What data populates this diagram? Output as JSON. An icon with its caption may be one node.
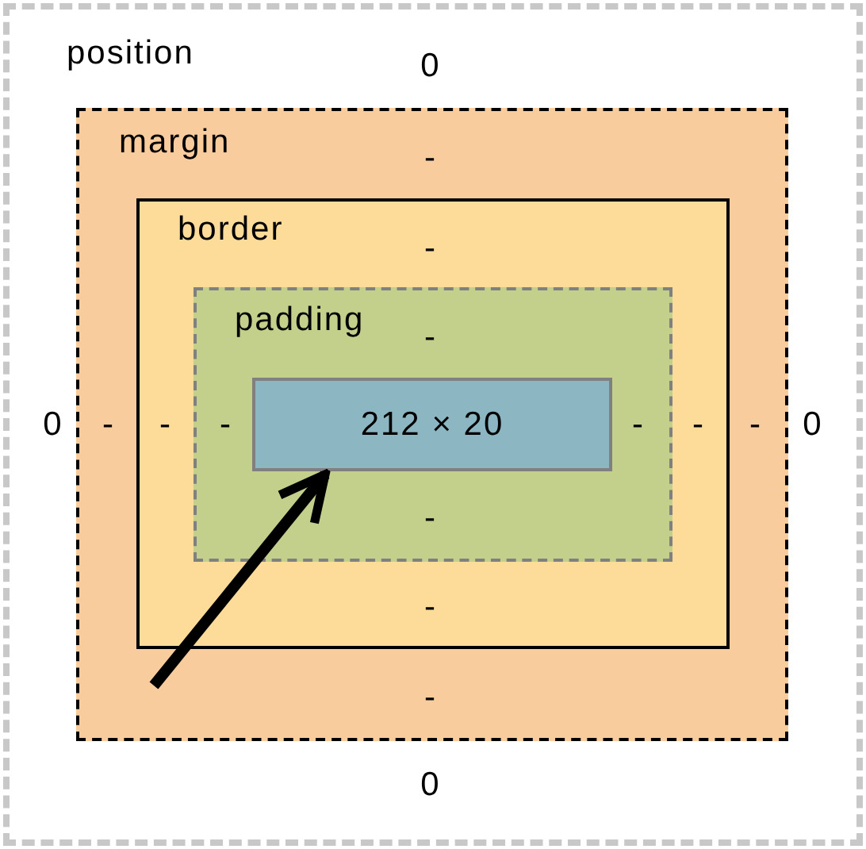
{
  "diagram": {
    "nodes": [
      {
        "text": [
          "position"
        ]
      },
      {
        "text": [
          "margin"
        ],
        "in": 0
      },
      {
        "text": [
          "border"
        ],
        "in": 1
      },
      {
        "text": [
          "padding"
        ],
        "in": 2
      },
      {
        "text": [
          "212 × 20"
        ],
        "in": 3
      }
    ],
    "edges": [
      {
        "from": null,
        "to": 4,
        "arrow": "to"
      }
    ],
    "labels": [
      "0",
      "-",
      "-",
      "-",
      "0",
      "-",
      "-",
      "-",
      "-",
      "-",
      "-",
      "0",
      "-",
      "-",
      "-",
      "0"
    ]
  }
}
